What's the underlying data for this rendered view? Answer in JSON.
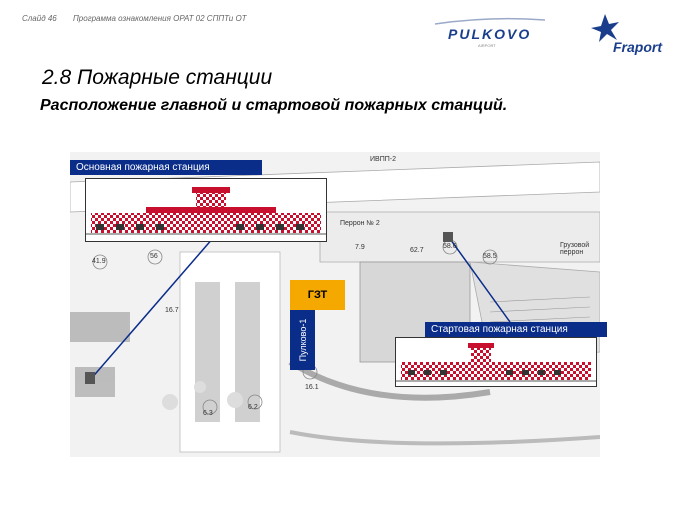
{
  "header": {
    "slide_number": "Слайд 46",
    "program_title": "Программа ознакомления ОРАТ 02 СППТи ОТ",
    "pulkovo_logo_text": "PULKOVO",
    "pulkovo_logo_subtext": "AIRPORT",
    "fraport_logo_text": "Fraport"
  },
  "title": "2.8 Пожарные станции",
  "subtitle": "Расположение главной и стартовой пожарных станций.",
  "map": {
    "main_station_label": "Основная пожарная станция",
    "start_station_label": "Стартовая пожарная станция",
    "gzt_label": "ГЗТ",
    "pulkovo1_label": "Пулково-1",
    "runway_label": "ИВПП-2",
    "apron_label": "Перрон № 2",
    "cargo_apron_label": "Грузовой перрон",
    "stand_numbers": [
      "41.9",
      "56",
      "58.6",
      "58.5",
      "62.7",
      "16.7",
      "16.1",
      "6.3",
      "6.2",
      "7.9"
    ]
  },
  "colors": {
    "label_blue": "#0b2d8a",
    "gzt_orange": "#f5a800",
    "map_background": "#f2f2f2",
    "building_red": "#c8102e",
    "fraport_blue": "#1a3e8c"
  }
}
